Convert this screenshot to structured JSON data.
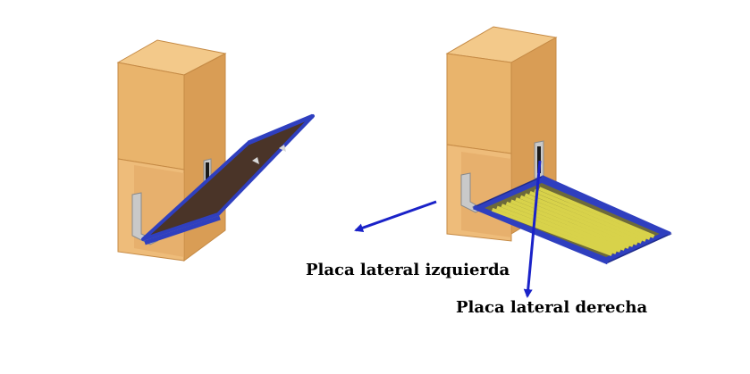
{
  "labels": {
    "left_side_plate": "Placa lateral izquierda",
    "right_side_plate": "Placa lateral derecha"
  },
  "colors": {
    "cabinet_front": "#e9b46c",
    "cabinet_side": "#d99d55",
    "cabinet_top": "#f3c98a",
    "frame_blue": "#2f3fbf",
    "board_brown": "#4a3428",
    "slat_yellow": "#d8d24a",
    "bracket_silver": "#c9c9c9",
    "arrow_blue": "#1a22c8"
  },
  "icons": {
    "left_figure": "folding-bed-partially-open",
    "right_figure": "folding-bed-fully-open"
  }
}
